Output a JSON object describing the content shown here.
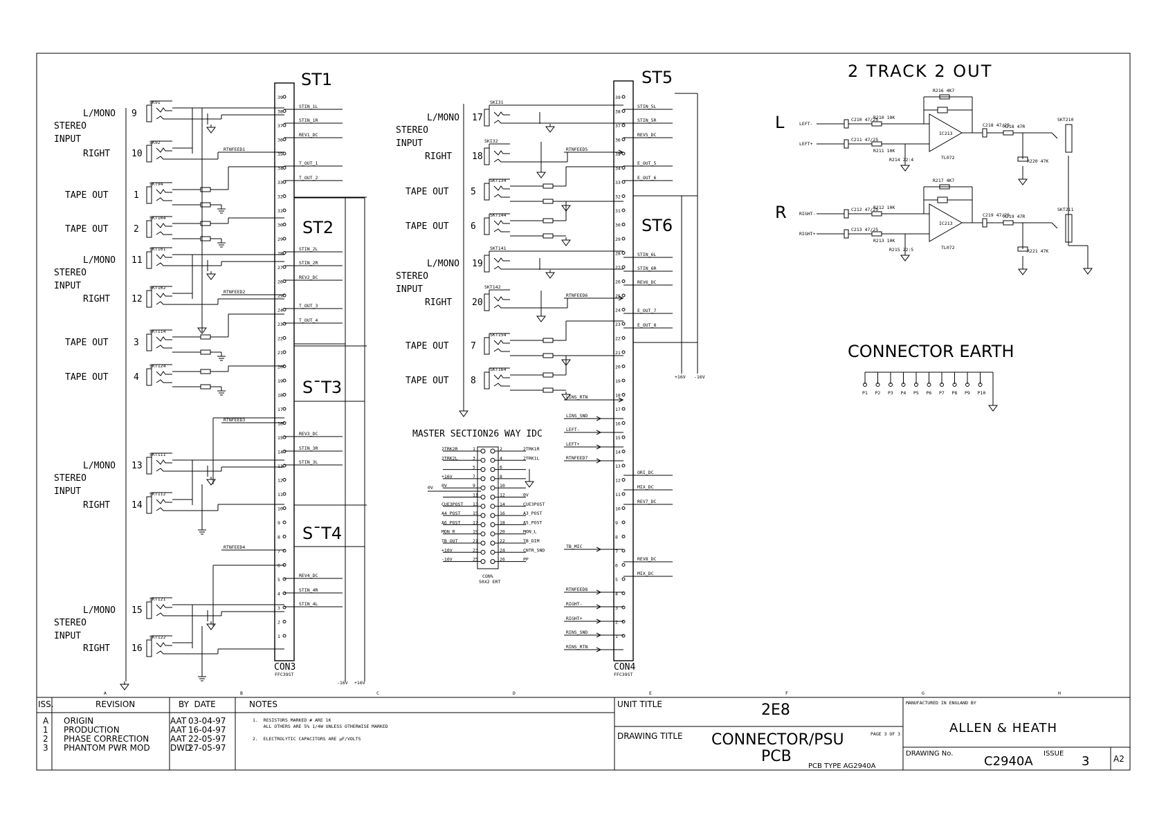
{
  "sections": {
    "st1": "ST1",
    "st2": "ST2",
    "st3": "S¯T3",
    "st4": "S¯T4",
    "st5": "ST5",
    "st6": "ST6",
    "two_track": "2 TRACK 2 OUT",
    "connector_earth": "CONNECTOR EARTH",
    "master": "MASTER SECTION26 WAY IDC"
  },
  "left_inputs": [
    {
      "label1": "L/MONO",
      "num1": "9",
      "stereo": "STEREO",
      "input": "INPUT",
      "label2": "RIGHT",
      "num2": "10",
      "sk1": "SK91",
      "sk2": "SK92"
    },
    {
      "label1": "L/MONO",
      "num1": "11",
      "stereo": "STEREO",
      "input": "INPUT",
      "label2": "RIGHT",
      "num2": "12",
      "sk1": "SKT101",
      "sk2": "SKT102"
    },
    {
      "label1": "L/MONO",
      "num1": "13",
      "stereo": "STEREO",
      "input": "INPUT",
      "label2": "RIGHT",
      "num2": "14",
      "sk1": "SKT111",
      "sk2": "SKT112"
    },
    {
      "label1": "L/MONO",
      "num1": "15",
      "stereo": "STEREO",
      "input": "INPUT",
      "label2": "RIGHT",
      "num2": "16",
      "sk1": "SKT121",
      "sk2": "SKT122"
    }
  ],
  "left_tape": [
    {
      "label": "TAPE OUT",
      "num": "1",
      "sk": "SKT94"
    },
    {
      "label": "TAPE OUT",
      "num": "2",
      "sk": "SKT104"
    },
    {
      "label": "TAPE OUT",
      "num": "3",
      "sk": "SKT114"
    },
    {
      "label": "TAPE OUT",
      "num": "4",
      "sk": "SKT124"
    }
  ],
  "mid_inputs": [
    {
      "label1": "L/MONO",
      "num1": "17",
      "stereo": "STEREO",
      "input": "INPUT",
      "label2": "RIGHT",
      "num2": "18",
      "sk1": "SKI31",
      "sk2": "SKI32"
    },
    {
      "label1": "L/MONO",
      "num1": "19",
      "stereo": "STEREO",
      "input": "INPUT",
      "label2": "RIGHT",
      "num2": "20",
      "sk1": "SKT141",
      "sk2": "SKT142"
    }
  ],
  "mid_tape": [
    {
      "label": "TAPE OUT",
      "num": "5",
      "sk": "SKT134"
    },
    {
      "label": "TAPE OUT",
      "num": "6",
      "sk": "SKT144"
    },
    {
      "label": "TAPE OUT",
      "num": "7",
      "sk": "SKT154"
    },
    {
      "label": "TAPE OUT",
      "num": "8",
      "sk": "SKT164"
    }
  ],
  "con3": {
    "name": "CON3",
    "part": "FFC39ST"
  },
  "con4": {
    "name": "CON4",
    "part": "FFC39ST"
  },
  "con3_signals": [
    {
      "pin": "38",
      "name": "STIN_1L"
    },
    {
      "pin": "37",
      "name": "STIN_1R"
    },
    {
      "pin": "36",
      "name": "REV1_DC"
    },
    {
      "pin": "35",
      "name": "RTNFEED1"
    },
    {
      "pin": "34",
      "name": "T_OUT_1"
    },
    {
      "pin": "33",
      "name": "T_OUT_2"
    },
    {
      "pin": "28",
      "name": "STIN_2L"
    },
    {
      "pin": "27",
      "name": "STIN_2R"
    },
    {
      "pin": "26",
      "name": "REV2_DC"
    },
    {
      "pin": "25",
      "name": "RTNFEED2"
    },
    {
      "pin": "24",
      "name": "T_OUT_3"
    },
    {
      "pin": "23",
      "name": "T_OUT_4"
    },
    {
      "pin": "16",
      "name": "RTNFEED3"
    },
    {
      "pin": "15",
      "name": "REV3_DC"
    },
    {
      "pin": "14",
      "name": "STIN_3R"
    },
    {
      "pin": "13",
      "name": "STIN_3L"
    },
    {
      "pin": "7",
      "name": "RTNFEED4"
    },
    {
      "pin": "5",
      "name": "REV4_DC"
    },
    {
      "pin": "4",
      "name": "STIN_4R"
    },
    {
      "pin": "3",
      "name": "STIN_4L"
    }
  ],
  "con4_signals_right": [
    "STIN_5L",
    "STIN_5R",
    "REV5_DC",
    "E_OUT_5",
    "E_OUT_6",
    "STIN_6L",
    "STIN_6R",
    "REV6_DC",
    "E_OUT_7",
    "E_OUT_8",
    "ORI_DC",
    "MIX_DC",
    "REV7_DC",
    "REV8_DC",
    "MIX_DC"
  ],
  "con4_signals_left": [
    "RTNFEED5",
    "RTNFEED6",
    "LINS_RTN",
    "LINS_SND",
    "LEFT-",
    "LEFT+",
    "RTNFEED7",
    "TB_MIC",
    "RTNFEED8",
    "RIGHT-",
    "RIGHT+",
    "RINS_SND",
    "RINS_RTN"
  ],
  "idc_left": [
    "2TRK2R",
    "2TRK2L",
    "",
    "+16V",
    "0V",
    "",
    "CUE3POST",
    "A4_POST",
    "A6_POST",
    "MON_R",
    "TB_OUT",
    "+16V",
    "-16V"
  ],
  "idc_right": [
    "2TRK1R",
    "2TRK1L",
    "",
    "",
    "",
    "0V",
    "CUE3POST",
    "A3_POST",
    "A5_POST",
    "MON_L",
    "TB_DIM",
    "CNTR_SND",
    "PP"
  ],
  "idc_side": "0V",
  "idc_name": "CON%",
  "idc_part": "50X2 ERT",
  "supply": {
    "p1": "+16V",
    "p2": "-16V",
    "b1": "-16V",
    "b2": "+16V"
  },
  "two_track": {
    "L": "L",
    "R": "R",
    "left_in": [
      "LEFT-",
      "LEFT+"
    ],
    "right_in": [
      "RIGHT-",
      "RIGHT+"
    ],
    "caps_in_L": [
      "C210 47/25",
      "C211 47/25"
    ],
    "caps_in_R": [
      "C212 47/25",
      "C213 47/25"
    ],
    "res_L": [
      "R210 10K",
      "R211 10K",
      "R216 4K7",
      "R214 22:4"
    ],
    "res_R": [
      "R212 10K",
      "R213 10K",
      "R217 4K7",
      "R215 22:5"
    ],
    "ic_L": "IC213",
    "ic_R": "IC213",
    "opamp": "TL072",
    "out_L": [
      "C218 47/25",
      "R218 47R",
      "SKT210",
      "R220 47K"
    ],
    "out_R": [
      "C219 47/25",
      "R219 47R",
      "SKT211",
      "R221 47K"
    ]
  },
  "earth_pins": [
    "P1",
    "P2",
    "P3",
    "P4",
    "P5",
    "P6",
    "P7",
    "P8",
    "P9",
    "P10"
  ],
  "zone_letters": [
    "A",
    "B",
    "C",
    "D",
    "E",
    "F",
    "G",
    "H"
  ],
  "title_block": {
    "headers": {
      "iss": "ISS.",
      "revision": "REVISION",
      "by_date": "BY  DATE",
      "notes": "NOTES"
    },
    "revisions": [
      {
        "iss": "A",
        "text": "ORIGIN",
        "by": "AAT",
        "date": "03-04-97"
      },
      {
        "iss": "1",
        "text": "PRODUCTION",
        "by": "AAT",
        "date": "16-04-97"
      },
      {
        "iss": "2",
        "text": "PHASE CORRECTION",
        "by": "AAT",
        "date": "22-05-97"
      },
      {
        "iss": "3",
        "text": "PHANTOM PWR MOD",
        "by": "DWD",
        "date": "27-05-97"
      }
    ],
    "notes": [
      "1.  RESISTORS MARKED # ARE 1K",
      "    ALL OTHERS ARE 5% 1/4W UNLESS OTHERWISE MARKED",
      "2.  ELECTROLYTIC CAPACITORS ARE µF/VOLTS"
    ],
    "unit_title_label": "UNIT TITLE",
    "unit_title": "2E8",
    "drawing_title_label": "DRAWING TITLE",
    "drawing_title": "CONNECTOR/PSU",
    "drawing_title2": "PCB",
    "page": "PAGE 3 OF 3",
    "pcb_type": "PCB TYPE AG2940A",
    "manufactured": "MANUFACTURED IN ENGLAND BY",
    "company": "ALLEN & HEATH",
    "drawing_no_label": "DRAWING No.",
    "drawing_no": "C2940A",
    "issue_label": "ISSUE",
    "issue": "3",
    "size": "A2"
  }
}
